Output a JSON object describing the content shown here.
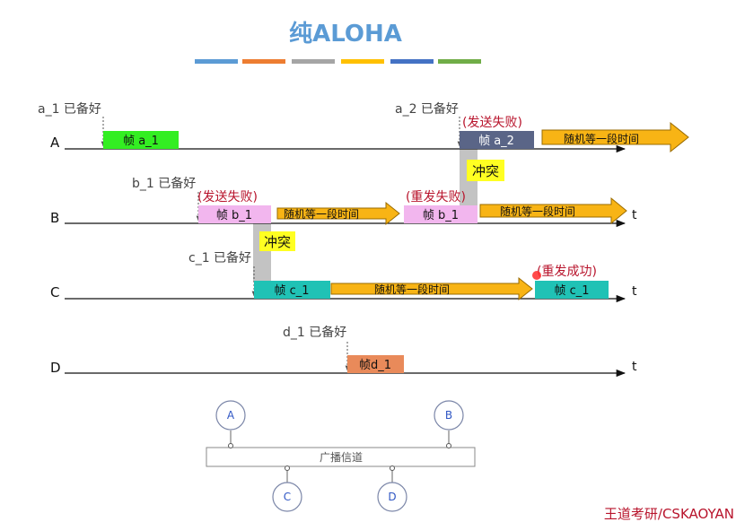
{
  "title": "纯ALOHA",
  "palette": [
    "#5b9bd5",
    "#ed7d31",
    "#a5a5a5",
    "#ffc000",
    "#4472c4",
    "#70ad47"
  ],
  "colors": {
    "frame_a": "#33ee22",
    "frame_a_sent": "#5a6587",
    "frame_b": "#f2b6ee",
    "frame_c": "#20c2b5",
    "frame_d": "#e98a5a",
    "wait_arrow": "#f8b415",
    "collision_note": "#ffff22",
    "fail_text": "#b8142c"
  },
  "rows": [
    {
      "label": "A"
    },
    {
      "label": "B",
      "axis": "t"
    },
    {
      "label": "C",
      "axis": "t"
    },
    {
      "label": "D",
      "axis": "t"
    }
  ],
  "ready": {
    "a1": "a_1 已备好",
    "a2": "a_2 已备好",
    "b1": "b_1 已备好",
    "c1": "c_1 已备好",
    "d1": "d_1 已备好"
  },
  "frames": {
    "a1": "帧 a_1",
    "a2": "帧 a_2",
    "b1_first": "帧 b_1",
    "b1_retry": "帧 b_1",
    "c1_first": "帧 c_1",
    "c1_retry": "帧 c_1",
    "d1": "帧d_1"
  },
  "notes": {
    "fail_a": "(发送失败)",
    "fail_b": "(发送失败)",
    "retry_fail_b": "(重发失败)",
    "retry_ok_c": "(重发成功)",
    "collision_1": "冲突",
    "collision_2": "冲突"
  },
  "wait": {
    "a": "随机等一段时间",
    "b1": "随机等一段时间",
    "b2": "随机等一段时间",
    "c": "随机等一段时间"
  },
  "topology": {
    "channel": "广播信道",
    "nodes": [
      "A",
      "B",
      "C",
      "D"
    ]
  },
  "watermark": "王道考研/CSKAOYAN"
}
